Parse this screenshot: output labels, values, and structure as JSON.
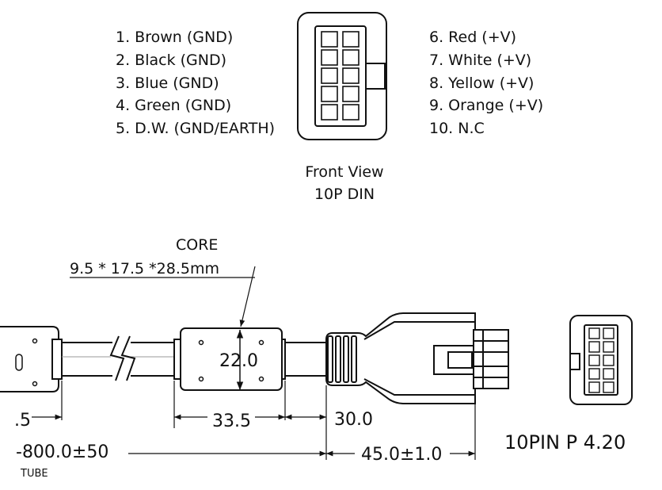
{
  "front_view": {
    "pins_left": [
      "1. Brown (GND)",
      "2. Black (GND)",
      "3. Blue (GND)",
      "4. Green (GND)",
      "5. D.W. (GND/EARTH)"
    ],
    "pins_right": [
      "6. Red (+V)",
      "7. White (+V)",
      "8. Yellow (+V)",
      "9. Orange (+V)",
      "10. N.C"
    ],
    "caption_line1": "Front View",
    "caption_line2": "10P DIN"
  },
  "core": {
    "label": "CORE",
    "size": "9.5 * 17.5 *28.5mm",
    "height_dim": "22.0"
  },
  "dimensions": {
    "left_partial": ".5",
    "core_length": "33.5",
    "core_gap": "30.0",
    "total_length": "-800.0±50",
    "tube_label": "TUBE",
    "connector_length": "45.0±1.0"
  },
  "connector_spec": "10PIN P 4.20"
}
